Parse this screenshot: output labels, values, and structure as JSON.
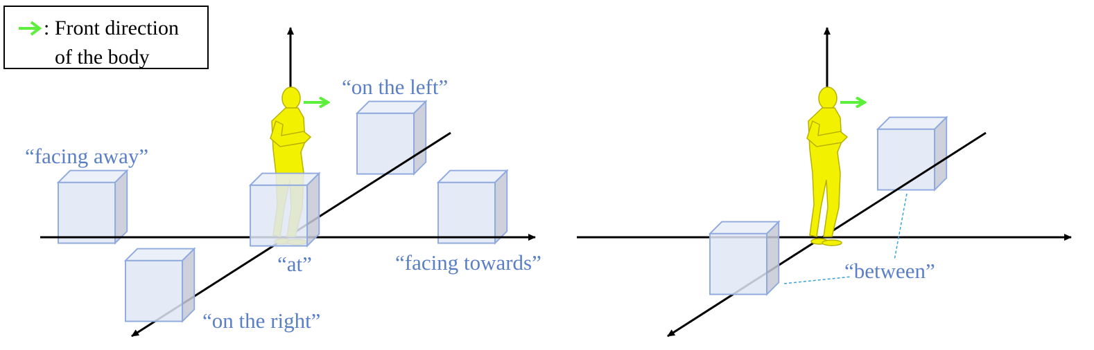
{
  "legend": {
    "line1": ": Front direction",
    "line2": "of the body"
  },
  "labels": {
    "facing_away": "“facing away”",
    "on_the_left": "“on the left”",
    "at": "“at”",
    "facing_towards": "“facing towards”",
    "on_the_right": "“on the right”",
    "between": "“between”"
  },
  "colors": {
    "label_blue": "#5b7fc6",
    "cube_edge": "#8fa9dd",
    "cube_face": "#dfe6f5",
    "cube_side": "#c5c9d6",
    "axis": "#000000",
    "front_arrow": "#5cf03c",
    "figure": "#f2f200"
  }
}
